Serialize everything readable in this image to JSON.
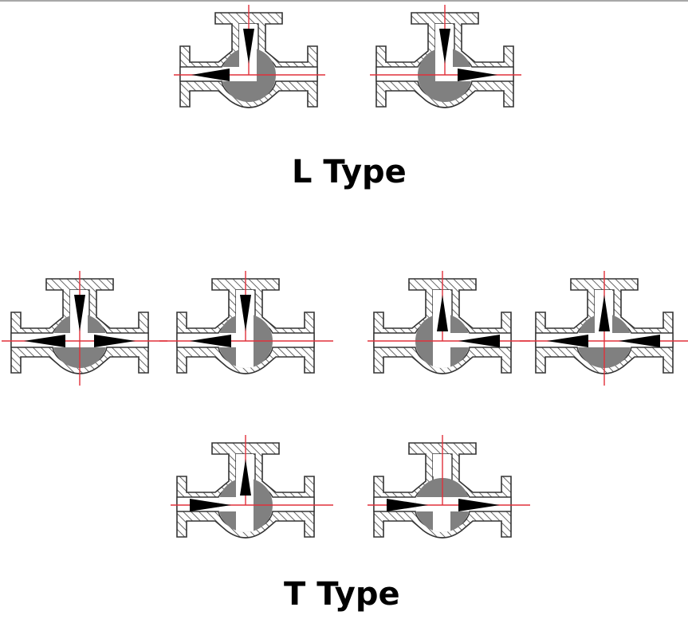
{
  "diagram": {
    "colors": {
      "outline": "#333333",
      "hatch": "#555555",
      "ball": "#808080",
      "axis": "#e0303a",
      "arrow": "#000000",
      "background": "#ffffff"
    },
    "groups": [
      {
        "label": "L Type",
        "valves": [
          {
            "id": "l1",
            "ball": "L-left-top",
            "arrows": [
              "down",
              "left"
            ]
          },
          {
            "id": "l2",
            "ball": "L-right-top",
            "arrows": [
              "down",
              "right"
            ]
          }
        ]
      },
      {
        "label": "T Type",
        "valves": [
          {
            "id": "t1",
            "ball": "T-full",
            "arrows": [
              "down",
              "left",
              "right"
            ]
          },
          {
            "id": "t2",
            "ball": "T-left-vertical",
            "arrows": [
              "down",
              "left"
            ]
          },
          {
            "id": "t3",
            "ball": "T-right-vertical",
            "arrows": [
              "up",
              "left-in"
            ]
          },
          {
            "id": "t4",
            "ball": "T-full",
            "arrows": [
              "up",
              "left",
              "left-in"
            ]
          },
          {
            "id": "t5",
            "ball": "T-left-vertical",
            "arrows": [
              "up",
              "right-in"
            ]
          },
          {
            "id": "t6",
            "ball": "T-straight",
            "arrows": [
              "right-in",
              "right"
            ]
          }
        ]
      }
    ]
  }
}
